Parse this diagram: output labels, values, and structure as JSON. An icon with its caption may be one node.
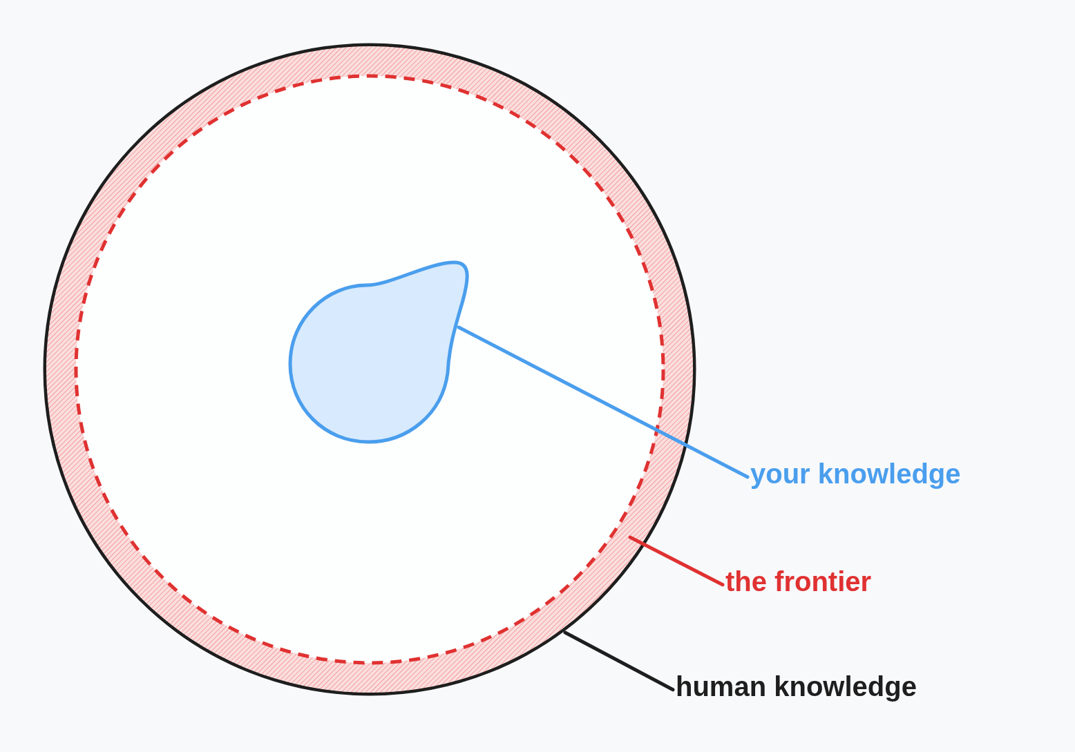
{
  "diagram": {
    "nodes": [
      {
        "text": [],
        "shape": "circle"
      },
      {
        "text": [],
        "shape": "circle",
        "in": 0
      },
      {
        "text": [],
        "shape": "blob",
        "in": 1
      },
      {
        "text": [
          "your knowledge"
        ]
      },
      {
        "text": [
          "the frontier"
        ]
      },
      {
        "text": [
          "human knowledge"
        ]
      }
    ],
    "edges": [
      {
        "from": 3,
        "to": 2,
        "arrow": "none",
        "color": "#4a9eed"
      },
      {
        "from": 4,
        "to": 1,
        "arrow": "none",
        "color": "#e03131"
      },
      {
        "from": 5,
        "to": 0,
        "arrow": "none",
        "color": "#1e1e1e"
      }
    ]
  }
}
